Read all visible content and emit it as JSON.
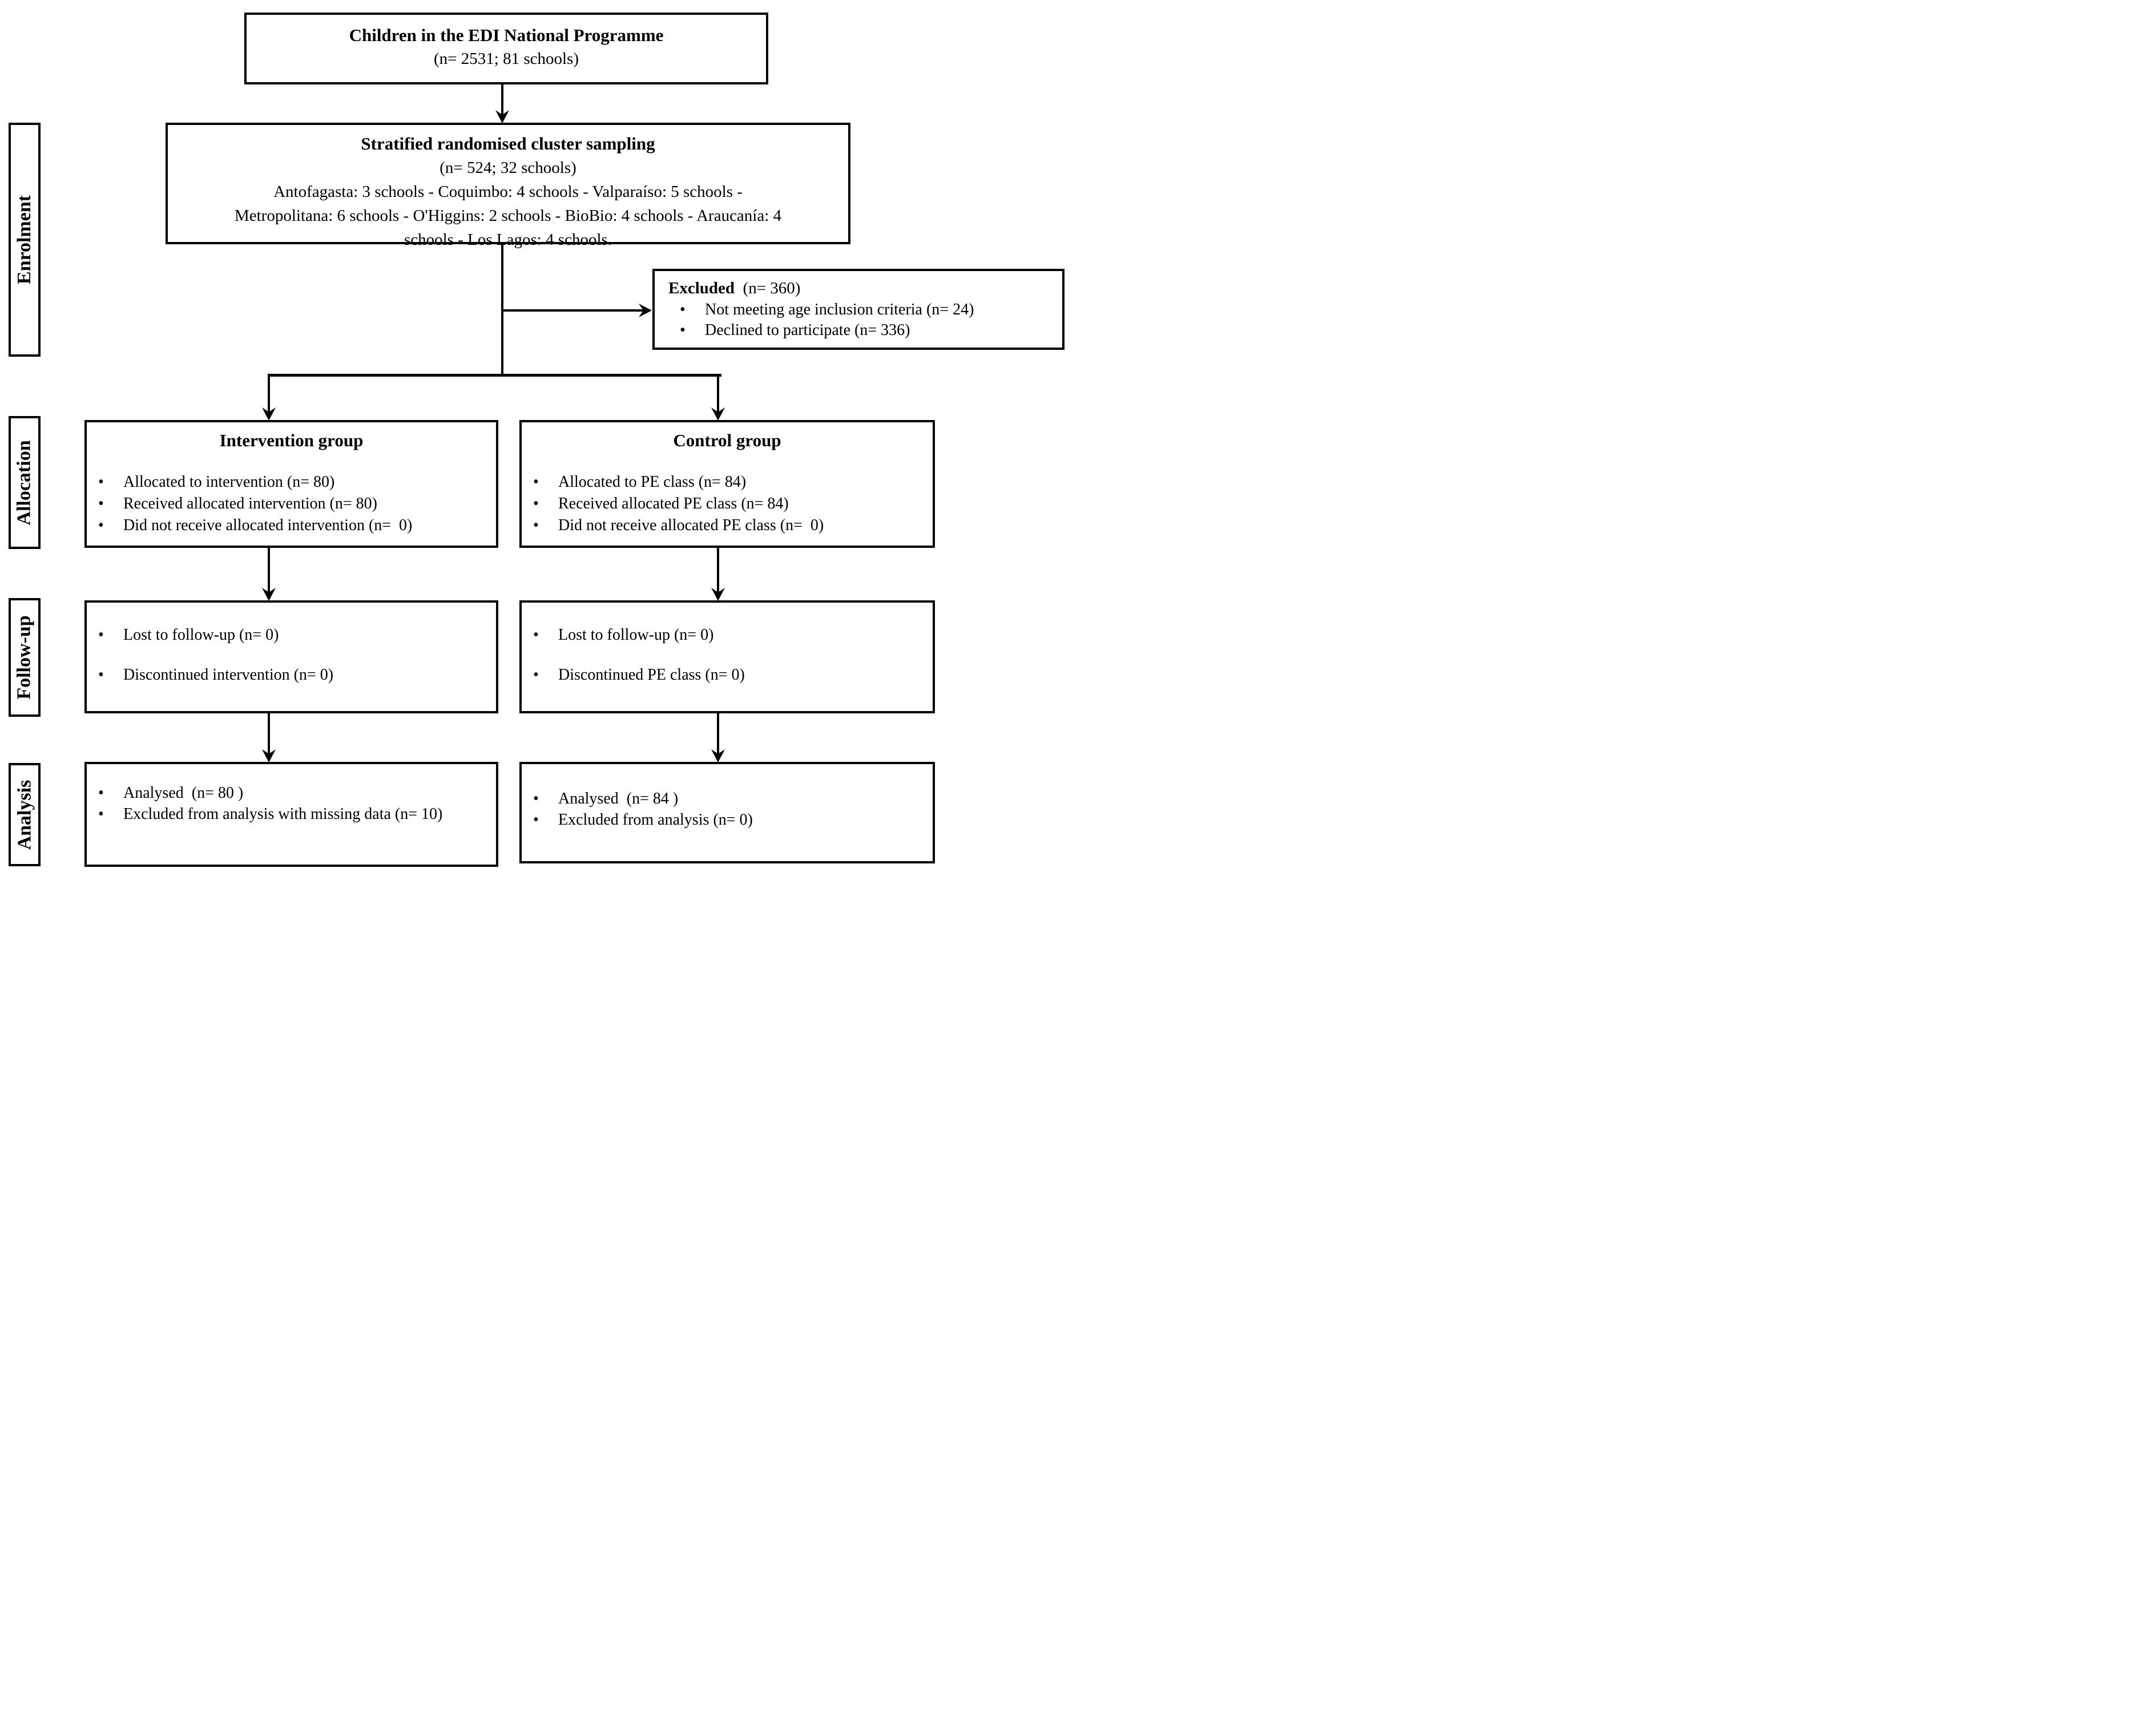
{
  "figure": {
    "type": "consort-flow-diagram",
    "colors": {
      "line": "#000000",
      "background": "#ffffff",
      "text": "#000000"
    },
    "icons": {
      "bullet": "•"
    },
    "stage_labels": {
      "enrolment": "Enrolment",
      "allocation": "Allocation",
      "follow_up": "Follow-up",
      "analysis": "Analysis"
    },
    "boxes": {
      "programme": {
        "title": "Children in the EDI National Programme",
        "subtitle": "(n= 2531; 81 schools)"
      },
      "sampling": {
        "title": "Stratified randomised cluster sampling",
        "subtitle": "(n= 524; 32 schools)",
        "detail_lines": [
          "Antofagasta: 3 schools - Coquimbo: 4 schools - Valparaíso: 5 schools -",
          "Metropolitana: 6 schools - O'Higgins: 2 schools - BioBio: 4 schools - Araucanía: 4",
          "schools - Los Lagos: 4 schools."
        ]
      },
      "excluded": {
        "title": "Excluded",
        "count": "  (n= 360)",
        "bullets": [
          "Not meeting age inclusion criteria (n= 24)",
          "Declined to participate (n= 336)"
        ]
      },
      "intervention": {
        "title": "Intervention group",
        "bullets": [
          "Allocated to intervention (n= 80)",
          "Received allocated intervention (n= 80)",
          "Did not receive allocated intervention (n=  0)"
        ]
      },
      "control": {
        "title": "Control group",
        "bullets": [
          "Allocated to PE class (n= 84)",
          "Received allocated PE class (n= 84)",
          "Did not receive allocated PE class (n=  0)"
        ]
      },
      "followup_intervention": {
        "bullets": [
          "Lost to follow-up (n= 0)",
          "Discontinued intervention (n= 0)"
        ]
      },
      "followup_control": {
        "bullets": [
          "Lost to follow-up (n= 0)",
          "Discontinued PE class (n= 0)"
        ]
      },
      "analysis_intervention": {
        "bullets": [
          "Analysed  (n= 80 )",
          "Excluded from analysis with missing data (n= 10)"
        ]
      },
      "analysis_control": {
        "bullets": [
          "Analysed  (n= 84 )",
          "Excluded from analysis (n= 0)"
        ]
      }
    }
  }
}
